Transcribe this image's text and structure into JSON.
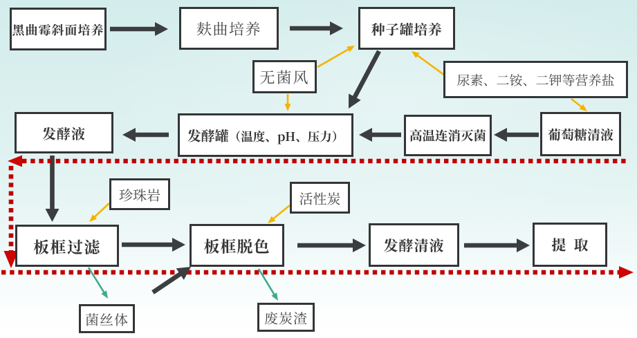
{
  "diagram": {
    "type": "process-flowchart",
    "language": "zh-CN",
    "description_visible": ""
  },
  "nodes": {
    "slant_culture": {
      "label": "黑曲霉斜面培养"
    },
    "bran_culture": {
      "label": "麸曲培养"
    },
    "seed_tank": {
      "label": "种子罐培养"
    },
    "sterile_air": {
      "label": "无菌风"
    },
    "nutrient_salts": {
      "label": "尿素、二铵、二钾等营养盐"
    },
    "fermenter": {
      "label_main": "发酵罐",
      "label_detail": "（温度、pH、压力）"
    },
    "broth": {
      "label": "发酵液"
    },
    "sterilization": {
      "label": "高温连消灭菌"
    },
    "glucose": {
      "label": "葡萄糖清液"
    },
    "perlite": {
      "label": "珍珠岩"
    },
    "activated_carbon": {
      "label": "活性炭"
    },
    "plate_filter": {
      "label": "板框过滤"
    },
    "plate_decolor": {
      "label": "板框脱色"
    },
    "clear_broth": {
      "label": "发酵清液"
    },
    "extraction": {
      "label": "提 取"
    },
    "mycelium": {
      "label": "菌丝体"
    },
    "waste_carbon": {
      "label": "废炭渣"
    }
  },
  "edges": [
    {
      "from": "slant_culture",
      "to": "bran_culture",
      "style": "main"
    },
    {
      "from": "bran_culture",
      "to": "seed_tank",
      "style": "main"
    },
    {
      "from": "seed_tank",
      "to": "fermenter",
      "style": "main"
    },
    {
      "from": "glucose",
      "to": "sterilization",
      "style": "main"
    },
    {
      "from": "sterilization",
      "to": "fermenter",
      "style": "main"
    },
    {
      "from": "fermenter",
      "to": "broth",
      "style": "main"
    },
    {
      "from": "broth",
      "to": "plate_filter",
      "style": "main"
    },
    {
      "from": "plate_filter",
      "to": "plate_decolor",
      "style": "main"
    },
    {
      "from": "plate_decolor",
      "to": "clear_broth",
      "style": "main"
    },
    {
      "from": "clear_broth",
      "to": "extraction",
      "style": "main"
    },
    {
      "from": "mycelium_side",
      "to": "plate_decolor",
      "style": "main"
    },
    {
      "from": "sterile_air",
      "to": "seed_tank",
      "style": "additive"
    },
    {
      "from": "sterile_air",
      "to": "fermenter",
      "style": "additive"
    },
    {
      "from": "nutrient_salts",
      "to": "seed_tank",
      "style": "additive"
    },
    {
      "from": "nutrient_salts",
      "to": "glucose",
      "style": "additive"
    },
    {
      "from": "perlite",
      "to": "plate_filter",
      "style": "additive"
    },
    {
      "from": "activated_carbon",
      "to": "plate_decolor",
      "style": "additive"
    },
    {
      "from": "plate_filter",
      "to": "mycelium",
      "style": "byproduct"
    },
    {
      "from": "plate_decolor",
      "to": "waste_carbon",
      "style": "byproduct"
    }
  ],
  "boundary": {
    "style": "square-dotted",
    "color": "#c00000",
    "segments": [
      "top-horizontal-arrow-left",
      "left-vertical-arrow-down",
      "bottom-horizontal-arrow-right"
    ]
  },
  "colors": {
    "background_top": "#d3edec",
    "background_bottom": "#ffffff",
    "box_fill": "#ffffff",
    "box_border": "#333537",
    "main_arrow": "#3b3d3f",
    "additive_arrow": "#f4b400",
    "byproduct_arrow": "#3cab8e",
    "boundary_red": "#c00000",
    "text_bold": "#333436",
    "text_regular": "#454648"
  }
}
